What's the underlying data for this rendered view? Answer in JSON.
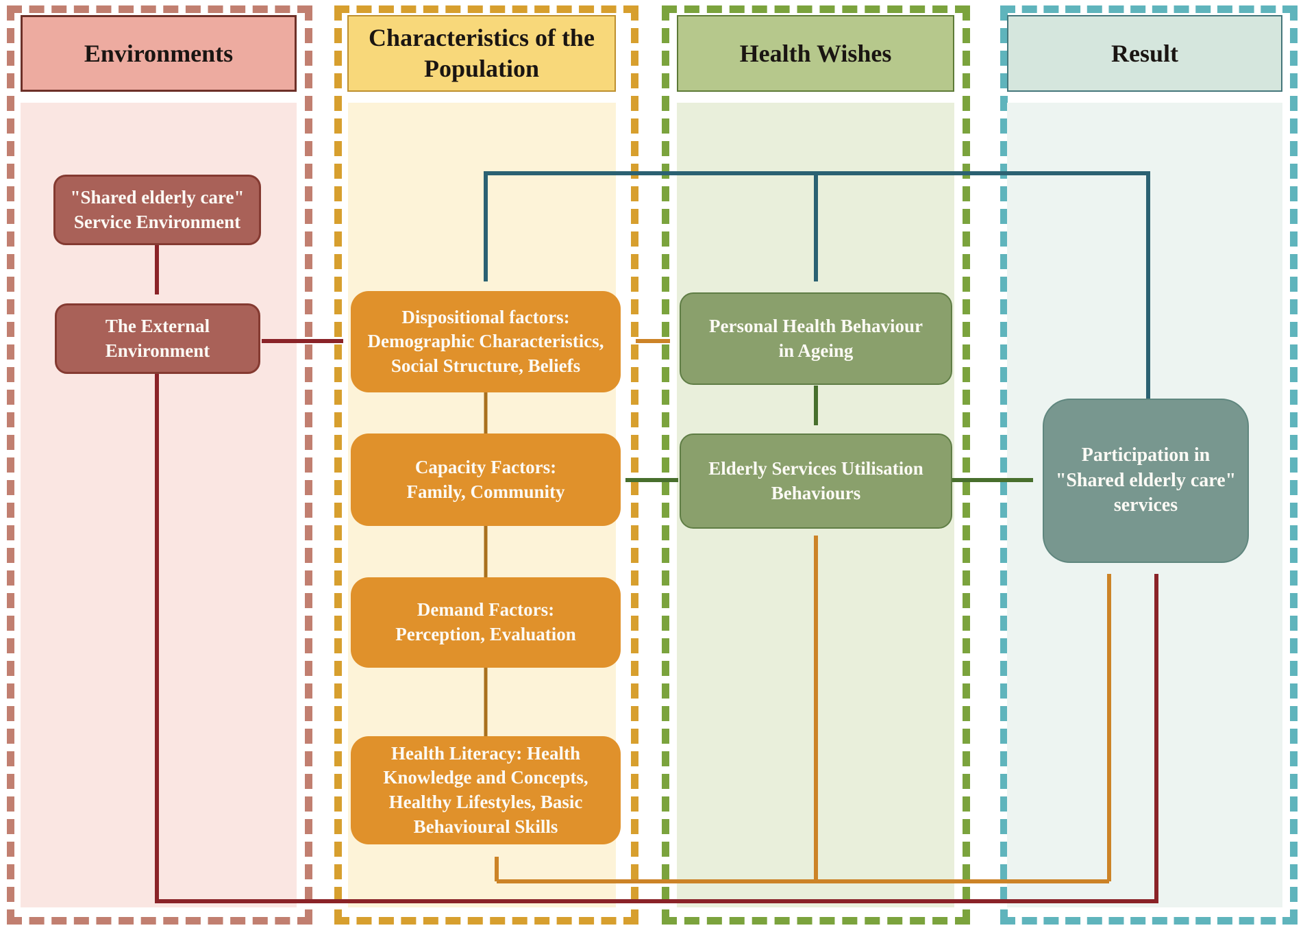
{
  "palette": {
    "environments_dash": "#c17f70",
    "environments_header_fill": "#edaba0",
    "environments_panel": "#fae6e2",
    "environments_box_fill": "#a96158",
    "population_dash": "#d79f2e",
    "population_header_fill": "#f8d87a",
    "population_panel": "#fdf3d8",
    "population_box_fill": "#e0912b",
    "health_wishes_dash": "#7ba33d",
    "health_wishes_header_fill": "#b6c88c",
    "health_wishes_panel": "#e9efdb",
    "health_wishes_box_fill": "#8aa06c",
    "result_dash": "#5fb4bc",
    "result_header_fill": "#d5e6dd",
    "result_panel": "#edf4f1",
    "result_box_fill": "#78978f",
    "arrow_maroon": "#8a2328",
    "arrow_teal": "#2b6172",
    "arrow_orange": "#cc8327",
    "arrow_dark_green": "#486f2d",
    "connector_dark_orange": "#a9701d"
  },
  "columns": [
    {
      "id": "environments",
      "header": {
        "label": "Environments"
      },
      "boxes": [
        {
          "id": "service-env",
          "label": "\"Shared elderly care\"\nService Environment"
        },
        {
          "id": "external-env",
          "label": "The External\nEnvironment"
        }
      ]
    },
    {
      "id": "population",
      "header": {
        "label": "Characteristics of the\nPopulation"
      },
      "boxes": [
        {
          "id": "dispositional",
          "label": "Dispositional factors:\nDemographic Characteristics,\nSocial Structure, Beliefs"
        },
        {
          "id": "capacity",
          "label": "Capacity Factors:\nFamily, Community"
        },
        {
          "id": "demand",
          "label": "Demand Factors:\nPerception, Evaluation"
        },
        {
          "id": "health-literacy",
          "label": "Health Literacy: Health\nKnowledge and Concepts,\nHealthy Lifestyles, Basic\nBehavioural Skills"
        }
      ]
    },
    {
      "id": "health-wishes",
      "header": {
        "label": "Health Wishes"
      },
      "boxes": [
        {
          "id": "personal-health",
          "label": "Personal Health Behaviour\nin Ageing"
        },
        {
          "id": "elderly-services",
          "label": "Elderly Services Utilisation\nBehaviours"
        }
      ]
    },
    {
      "id": "result",
      "header": {
        "label": "Result"
      },
      "boxes": [
        {
          "id": "participation",
          "label": "Participation in\n\"Shared elderly care\"\nservices"
        }
      ]
    }
  ],
  "arrows": [
    {
      "from": "service-env",
      "to": "external-env",
      "color": "maroon",
      "heads": "end"
    },
    {
      "from": "external-env",
      "to": "dispositional",
      "color": "maroon",
      "heads": "end"
    },
    {
      "from": "external-env",
      "to": "participation",
      "color": "maroon",
      "heads": "end",
      "route": "bottom"
    },
    {
      "from": "participation",
      "to": "dispositional",
      "color": "teal",
      "heads": "end",
      "route": "top"
    },
    {
      "from": "participation",
      "to": "personal-health",
      "color": "teal",
      "heads": "end",
      "route": "top"
    },
    {
      "from": "dispositional",
      "to": "personal-health",
      "color": "orange",
      "heads": "both"
    },
    {
      "from": "personal-health",
      "to": "elderly-services",
      "color": "dark-green",
      "heads": "end"
    },
    {
      "from": "elderly-services",
      "to": "capacity",
      "color": "dark-green",
      "heads": "end"
    },
    {
      "from": "elderly-services",
      "to": "participation",
      "color": "dark-green",
      "heads": "end"
    },
    {
      "from": "bottom-link",
      "to": "health-literacy",
      "color": "orange",
      "heads": "end",
      "route": "bottom"
    },
    {
      "from": "bottom-link",
      "to": "elderly-services",
      "color": "orange",
      "heads": "end",
      "route": "bottom"
    },
    {
      "from": "bottom-link",
      "to": "participation",
      "color": "orange",
      "heads": "end",
      "route": "bottom"
    },
    {
      "from": "dispositional",
      "to": "capacity",
      "color": "dark-orange",
      "heads": "none"
    },
    {
      "from": "capacity",
      "to": "demand",
      "color": "dark-orange",
      "heads": "none"
    },
    {
      "from": "demand",
      "to": "health-literacy",
      "color": "dark-orange",
      "heads": "none"
    }
  ]
}
